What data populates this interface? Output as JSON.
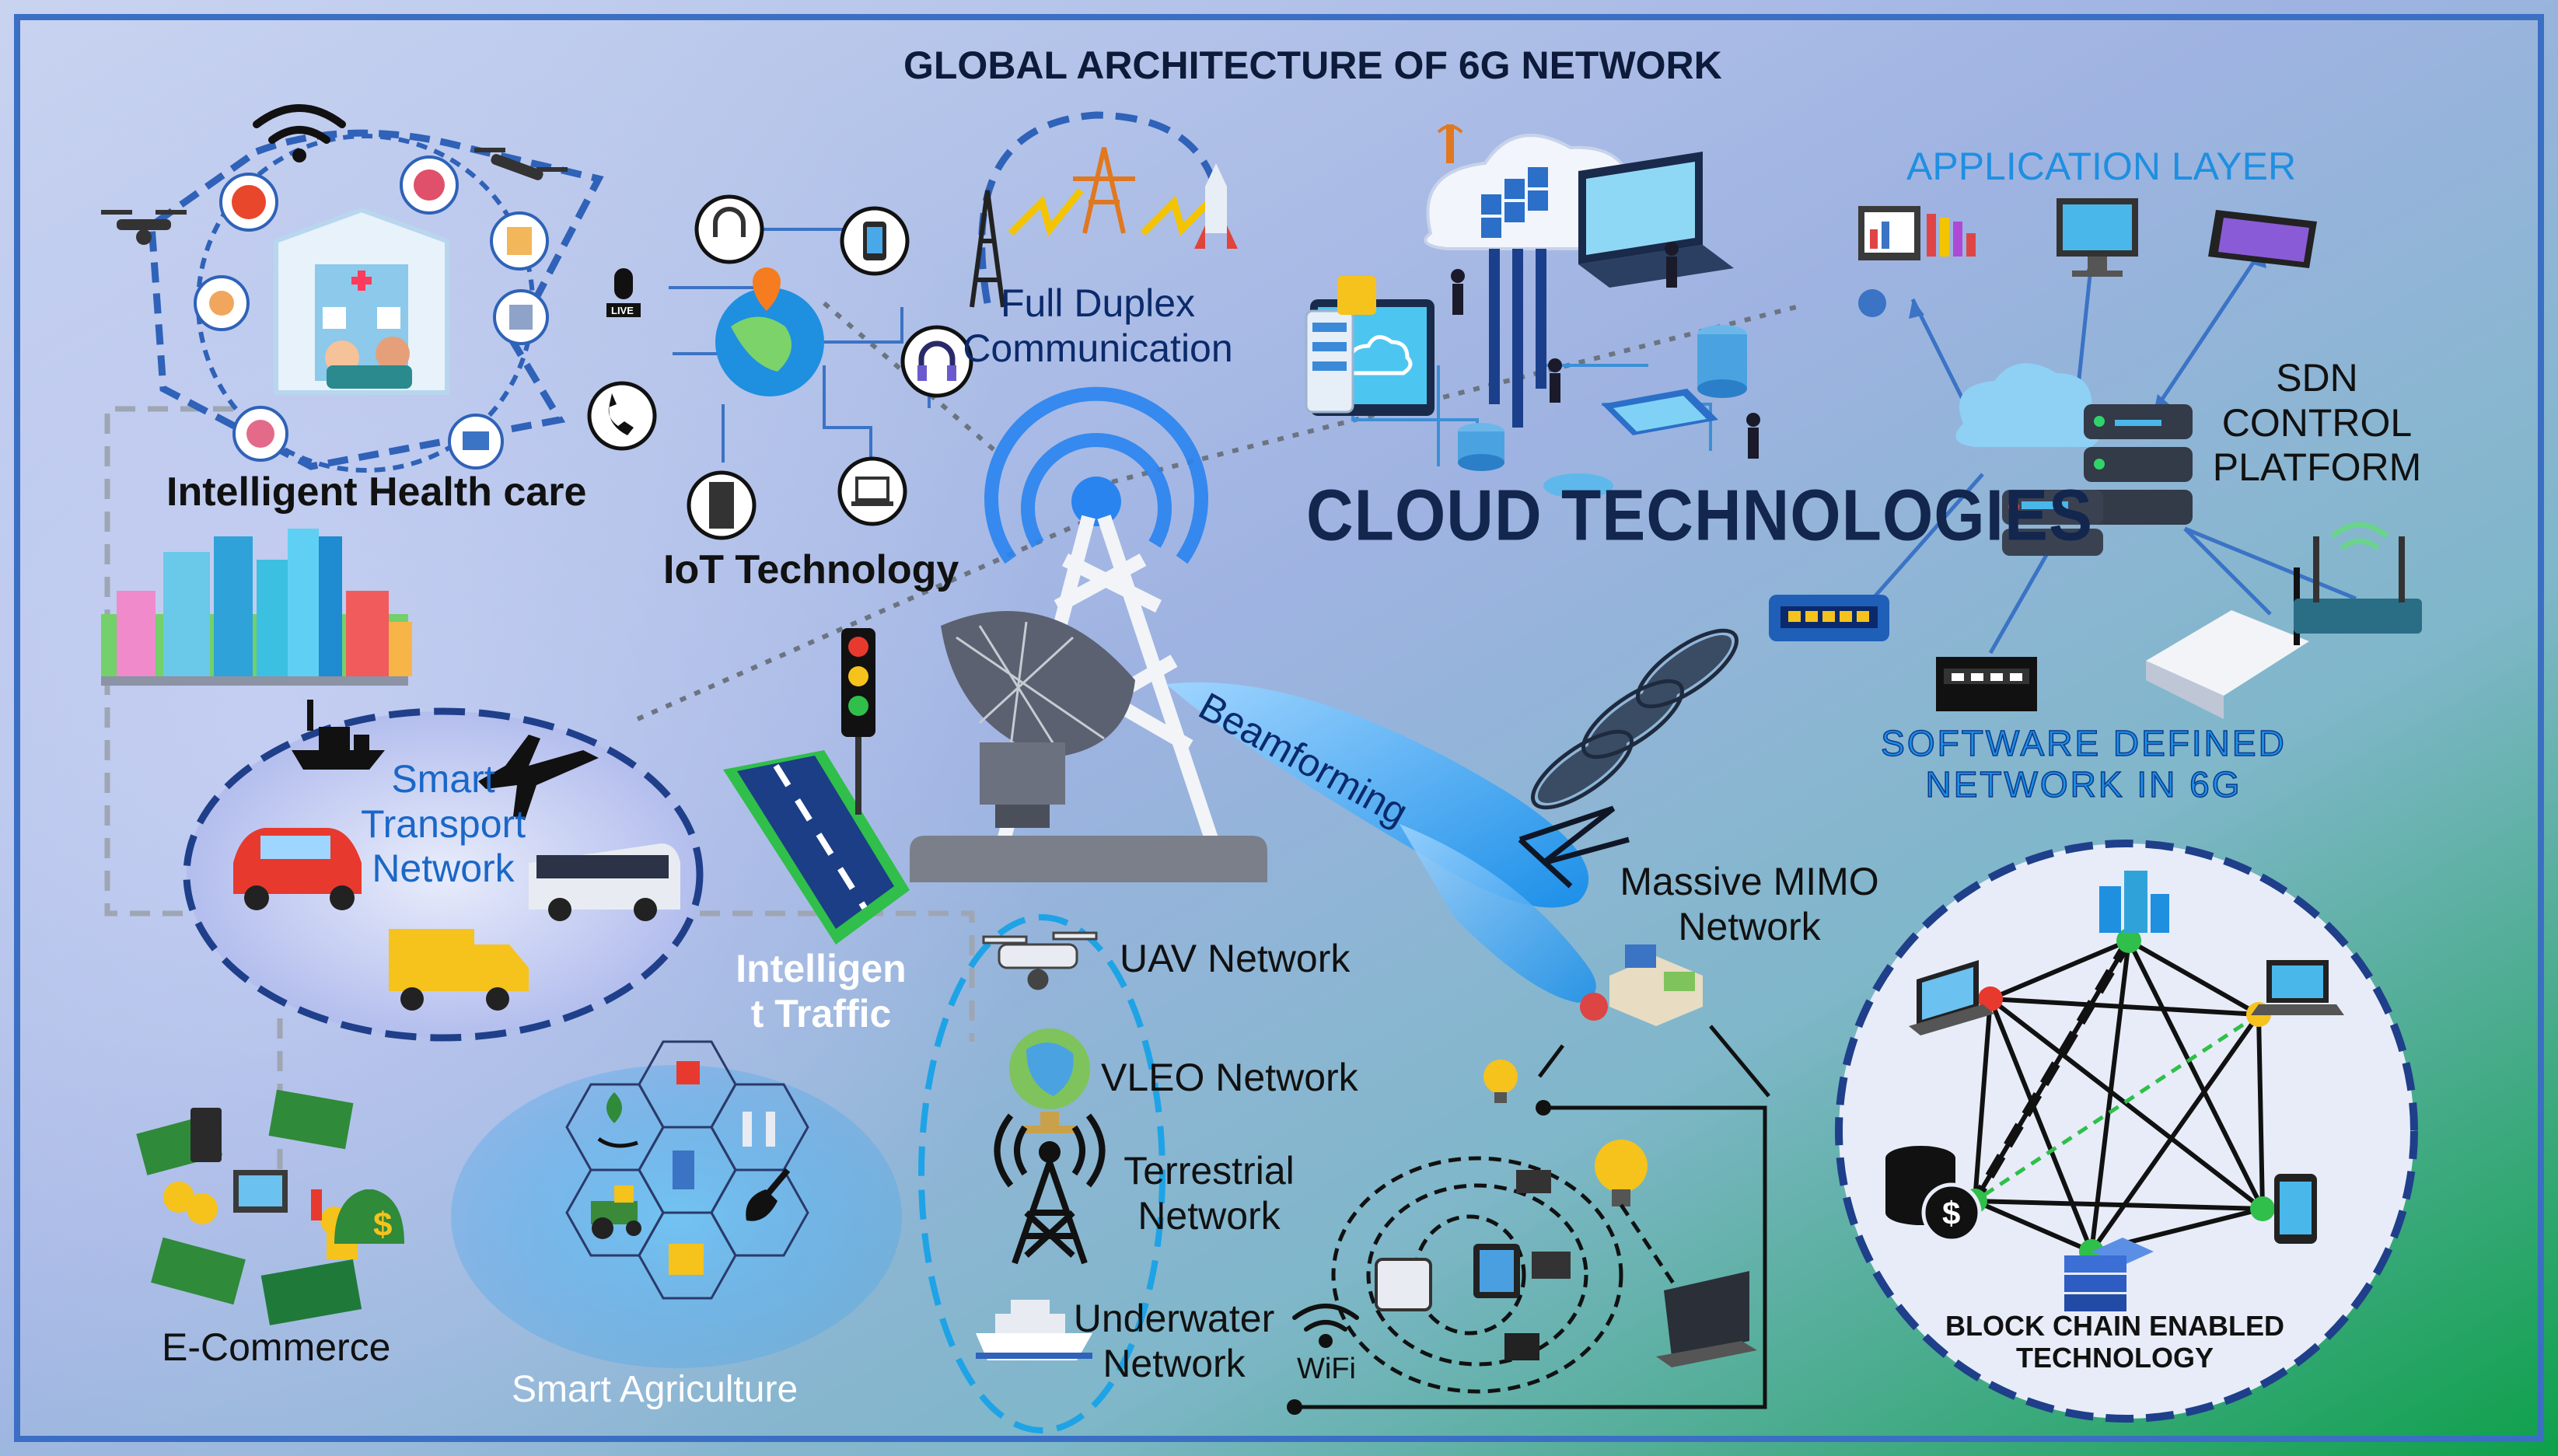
{
  "title": "GLOBAL ARCHITECTURE OF 6G NETWORK",
  "colors": {
    "frame": "#3b6fc4",
    "background_top": "#b9c6ea",
    "background_bottom_right": "#1fa75a",
    "dashed_blue": "#2f62b8",
    "accent_cyan": "#1ea3e6",
    "label_navy": "#0b2a6b"
  },
  "labels": {
    "health": "Intelligent Health care",
    "iot": "IoT Technology",
    "full_duplex": [
      "Full Duplex",
      "Communication"
    ],
    "cloud": "CLOUD TECHNOLOGIES",
    "app_layer": "APPLICATION LAYER",
    "sdn_control": [
      "SDN",
      "CONTROL",
      "PLATFORM"
    ],
    "sdn_network": [
      "SOFTWARE DEFINED",
      "NETWORK IN 6G"
    ],
    "beamforming": "Beamforming",
    "mimo": [
      "Massive MIMO",
      "Network"
    ],
    "transport": [
      "Smart",
      "Transport",
      "Network"
    ],
    "traffic": [
      "Intelligen",
      "t Traffic"
    ],
    "uav": "UAV Network",
    "vleo": "VLEO Network",
    "terrestrial": [
      "Terrestrial",
      "Network"
    ],
    "underwater": [
      "Underwater",
      "Network"
    ],
    "ecommerce": "E-Commerce",
    "agriculture": "Smart Agriculture",
    "blockchain": [
      "BLOCK CHAIN ENABLED",
      "TECHNOLOGY"
    ],
    "wifi": "WiFi",
    "live": "LIVE"
  },
  "icons": [
    "wifi-icon",
    "drone-icon",
    "hospital-icon",
    "virus-icon",
    "doctor-icon",
    "microphone-icon",
    "phone-icon",
    "globe-icon",
    "headphones-icon",
    "laptop-icon",
    "server-icon",
    "transmission-tower-icon",
    "rocket-icon",
    "cloud-icon",
    "database-icon",
    "router-icon",
    "switch-icon",
    "monitor-icon",
    "smartphone-icon",
    "cell-tower-icon",
    "satellite-dish-icon",
    "traffic-light-icon",
    "road-icon",
    "ship-icon",
    "airplane-icon",
    "car-icon",
    "bus-icon",
    "truck-icon",
    "city-icon",
    "money-icon",
    "tractor-icon",
    "plant-icon",
    "shovel-icon",
    "cruise-ship-icon",
    "antenna-icon",
    "factory-icon",
    "lightbulb-icon",
    "tablet-icon",
    "chip-icon",
    "coins-icon"
  ]
}
